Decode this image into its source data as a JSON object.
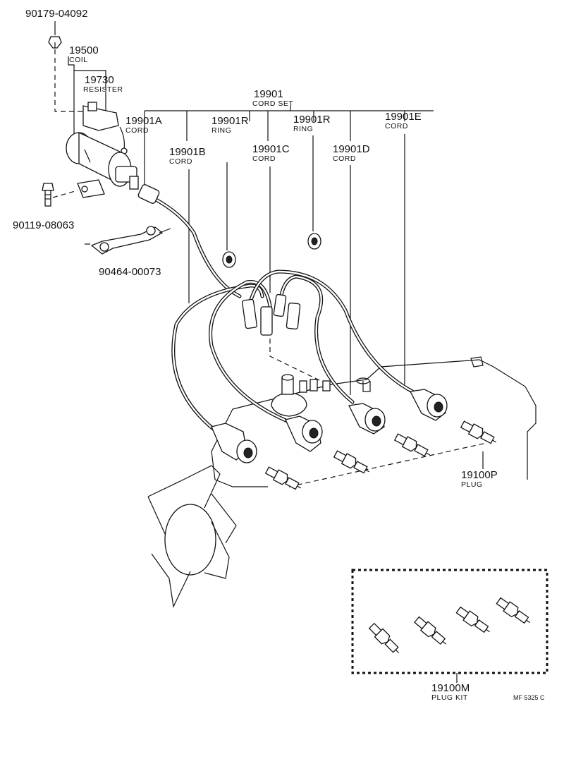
{
  "labels": {
    "nut": "90179-04092",
    "coil_no": "19500",
    "coil_name": "COIL",
    "resister_no": "19730",
    "resister_name": "RESISTER",
    "cordset_no": "19901",
    "cordset_name": "CORD SET",
    "cordA_no": "19901A",
    "cordA_name": "CORD",
    "ring1_no": "19901R",
    "ring1_name": "RING",
    "ring2_no": "19901R",
    "ring2_name": "RING",
    "cordE_no": "19901E",
    "cordE_name": "CORD",
    "cordB_no": "19901B",
    "cordB_name": "CORD",
    "cordC_no": "19901C",
    "cordC_name": "CORD",
    "cordD_no": "19901D",
    "cordD_name": "CORD",
    "bolt": "90119-08063",
    "clamp": "90464-00073",
    "plug_no": "19100P",
    "plug_name": "PLUG",
    "plugkit_no": "19100M",
    "plugkit_name": "PLUG KIT",
    "drawing_code": "MF 5325 C"
  }
}
